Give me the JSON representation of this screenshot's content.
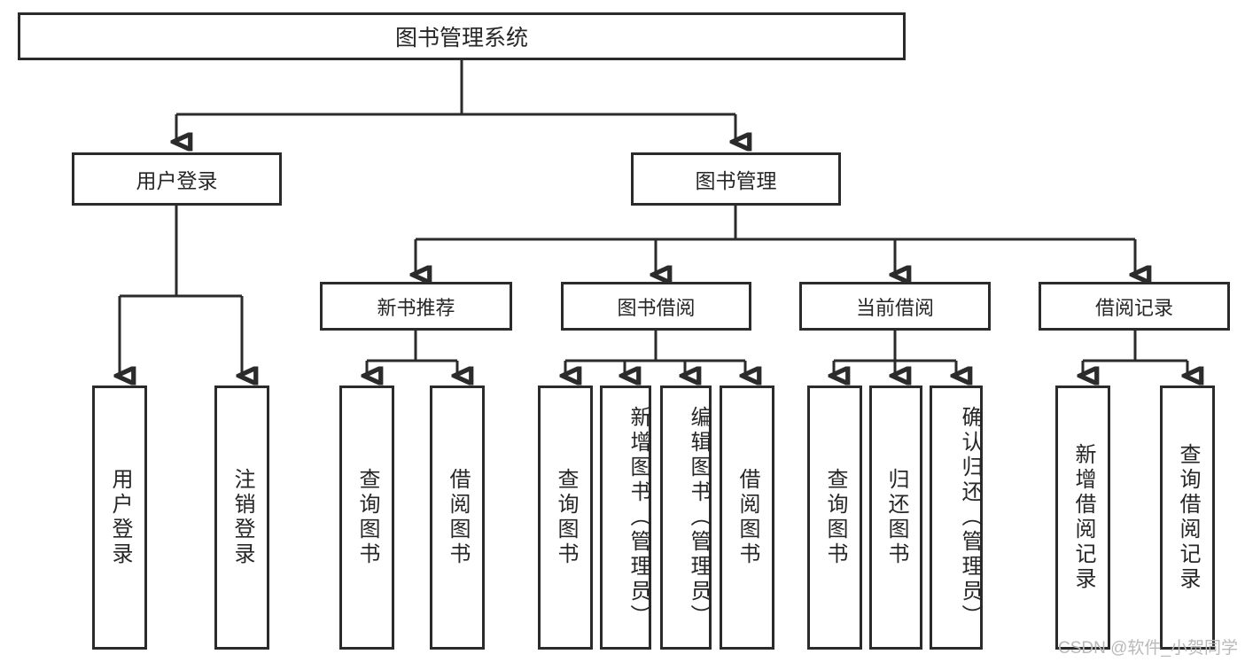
{
  "diagram": {
    "title": "图书管理系统",
    "type": "tree-structure-chart",
    "line_color": "#2b2b2b",
    "text_color": "#262626",
    "background": "#ffffff"
  },
  "root": {
    "label": "图书管理系统"
  },
  "level2": [
    {
      "label": "用户登录"
    },
    {
      "label": "图书管理"
    }
  ],
  "level3": [
    {
      "label": "新书推荐"
    },
    {
      "label": "图书借阅"
    },
    {
      "label": "当前借阅"
    },
    {
      "label": "借阅记录"
    }
  ],
  "leaves": {
    "user_login": [
      {
        "label": "用户登录"
      },
      {
        "label": "注销登录"
      }
    ],
    "new_book_recommend": [
      {
        "label": "查询图书"
      },
      {
        "label": "借阅图书"
      }
    ],
    "book_borrow": [
      {
        "label": "查询图书"
      },
      {
        "label": "新增图书（管理员）"
      },
      {
        "label": "编辑图书（管理员）"
      },
      {
        "label": "借阅图书"
      }
    ],
    "current_borrow": [
      {
        "label": "查询图书"
      },
      {
        "label": "归还图书"
      },
      {
        "label": "确认归还（管理员）"
      }
    ],
    "borrow_record": [
      {
        "label": "新增借阅记录"
      },
      {
        "label": "查询借阅记录"
      }
    ]
  },
  "watermark": {
    "text": "CSDN @软件_小贺同学"
  }
}
